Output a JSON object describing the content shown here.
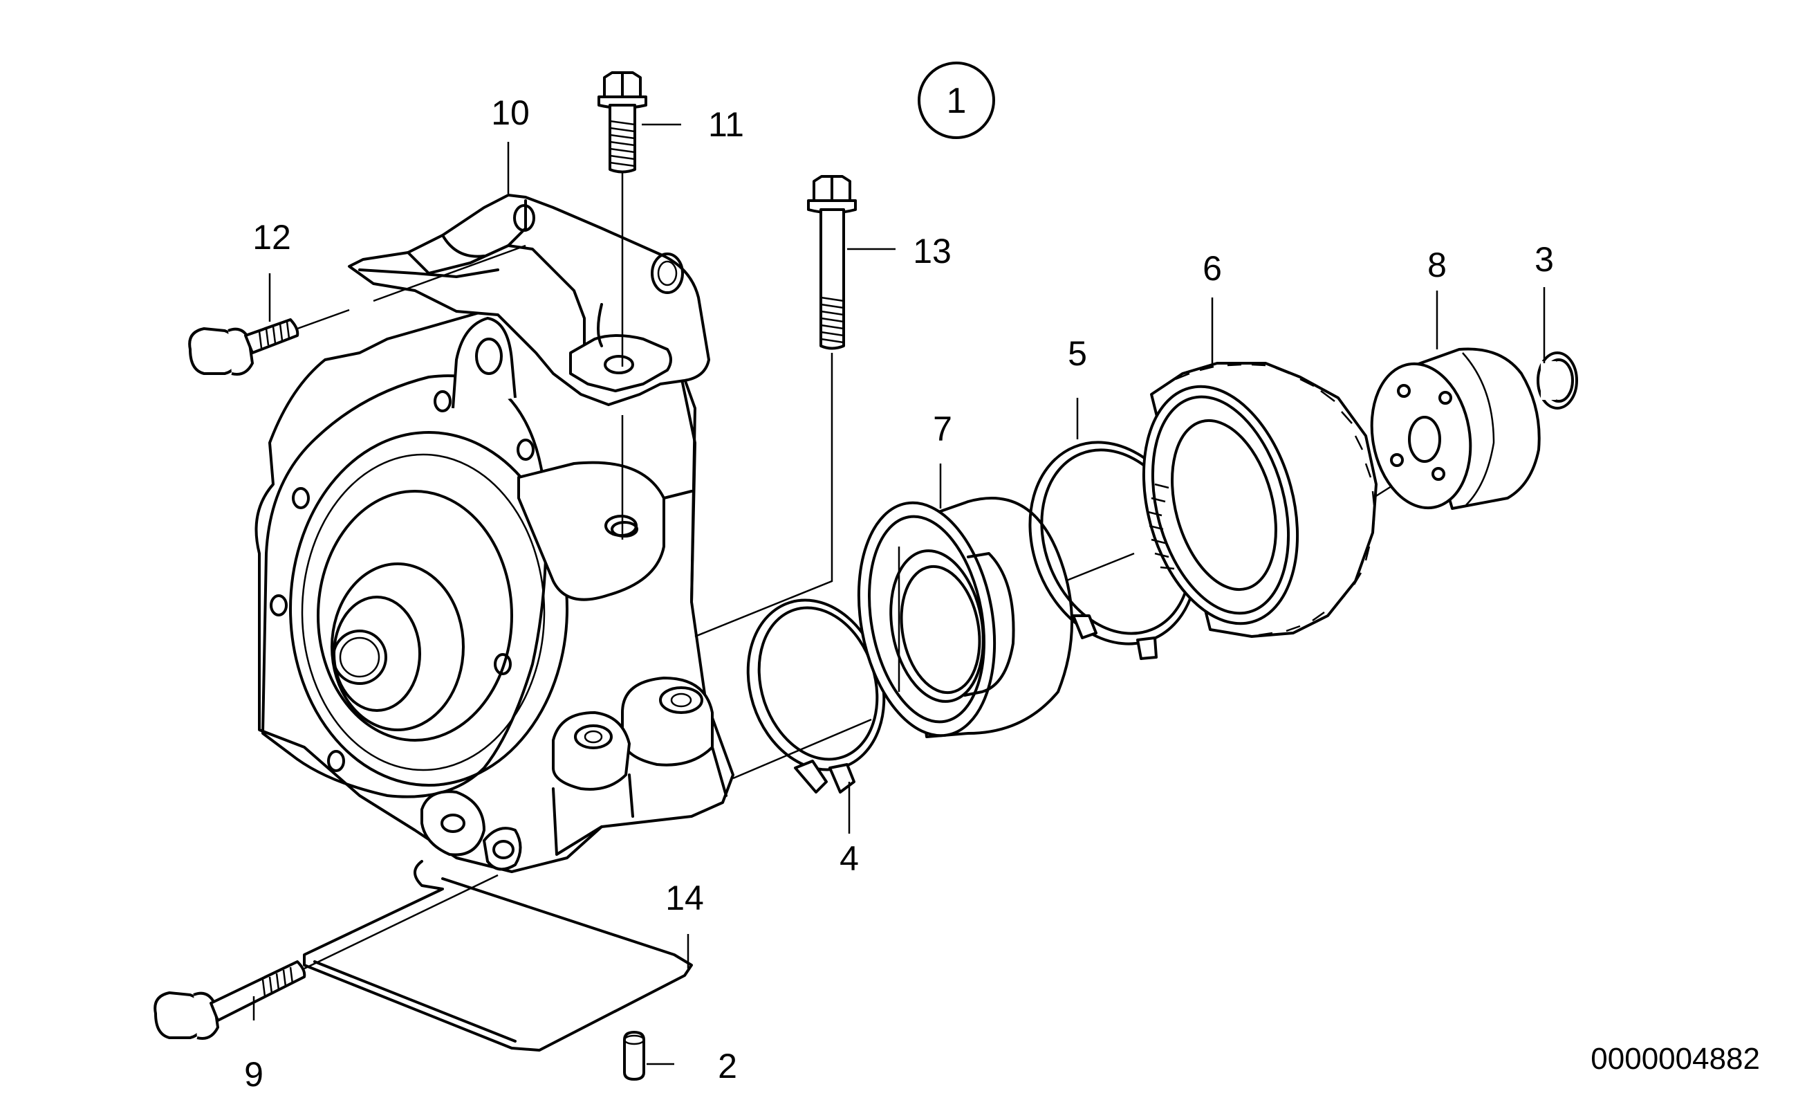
{
  "diagram": {
    "group_marker": "1",
    "document_number": "0000004882",
    "callouts": {
      "c2": "2",
      "c3": "3",
      "c4": "4",
      "c5": "5",
      "c6": "6",
      "c7": "7",
      "c8": "8",
      "c9": "9",
      "c10": "10",
      "c11": "11",
      "c12": "12",
      "c13": "13",
      "c14": "14"
    }
  }
}
